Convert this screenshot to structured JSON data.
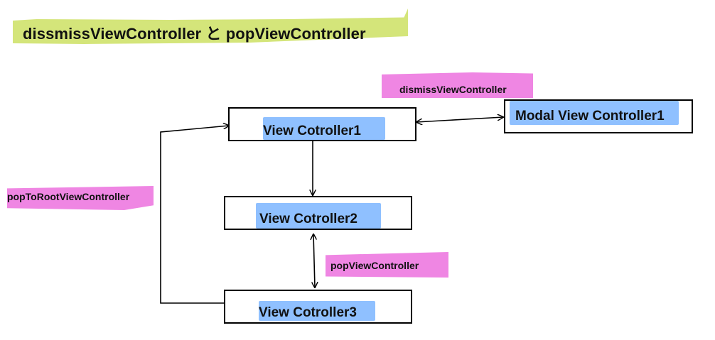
{
  "title": "dissmissViewController と popViewController",
  "boxes": {
    "vc1": "View Cotroller1",
    "vc2": "View Cotroller2",
    "vc3": "View Cotroller3",
    "modal": "Modal View Controller1"
  },
  "edges": {
    "dismiss": "dismissViewController",
    "pop": "popViewController",
    "pop_to_root": "popToRootViewController"
  },
  "colors": {
    "title_highlight": "#d4e57a",
    "box_highlight": "#8fc0ff",
    "label_highlight": "#ef86e3"
  }
}
